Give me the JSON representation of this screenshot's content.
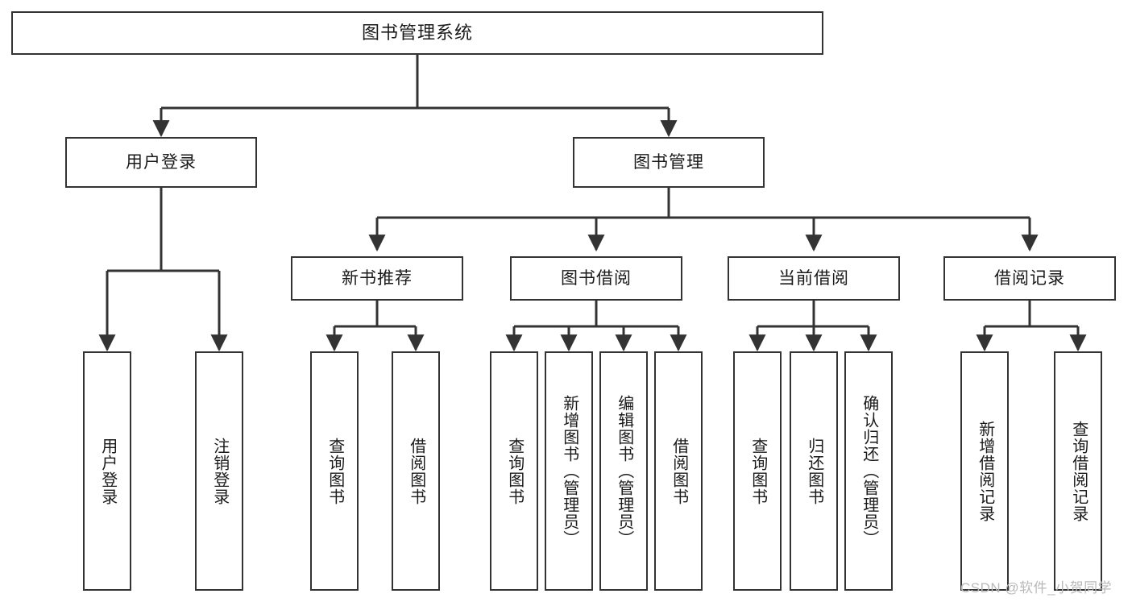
{
  "diagram": {
    "title": "图书管理系统",
    "watermark": "CSDN @软件_小贺同学",
    "colors": {
      "box_border": "#333333",
      "box_fill": "#ffffff",
      "connector": "#333333",
      "text": "#1a1a1a",
      "watermark": "#b9b9b9",
      "background": "#ffffff"
    },
    "root": {
      "label": "图书管理系统"
    },
    "level2": [
      {
        "label": "用户登录"
      },
      {
        "label": "图书管理"
      }
    ],
    "level3": [
      {
        "label": "新书推荐"
      },
      {
        "label": "图书借阅"
      },
      {
        "label": "当前借阅"
      },
      {
        "label": "借阅记录"
      }
    ],
    "leaves": {
      "user_login": [
        {
          "label": "用户登录"
        },
        {
          "label": "注销登录"
        }
      ],
      "new_book_recommend": [
        {
          "label": "查询图书"
        },
        {
          "label": "借阅图书"
        }
      ],
      "book_borrow": [
        {
          "label": "查询图书"
        },
        {
          "label": "新增图书（管理员）"
        },
        {
          "label": "编辑图书（管理员）"
        },
        {
          "label": "借阅图书"
        }
      ],
      "current_borrow": [
        {
          "label": "查询图书"
        },
        {
          "label": "归还图书"
        },
        {
          "label": "确认归还（管理员）"
        }
      ],
      "borrow_record": [
        {
          "label": "新增借阅记录"
        },
        {
          "label": "查询借阅记录"
        }
      ]
    }
  }
}
